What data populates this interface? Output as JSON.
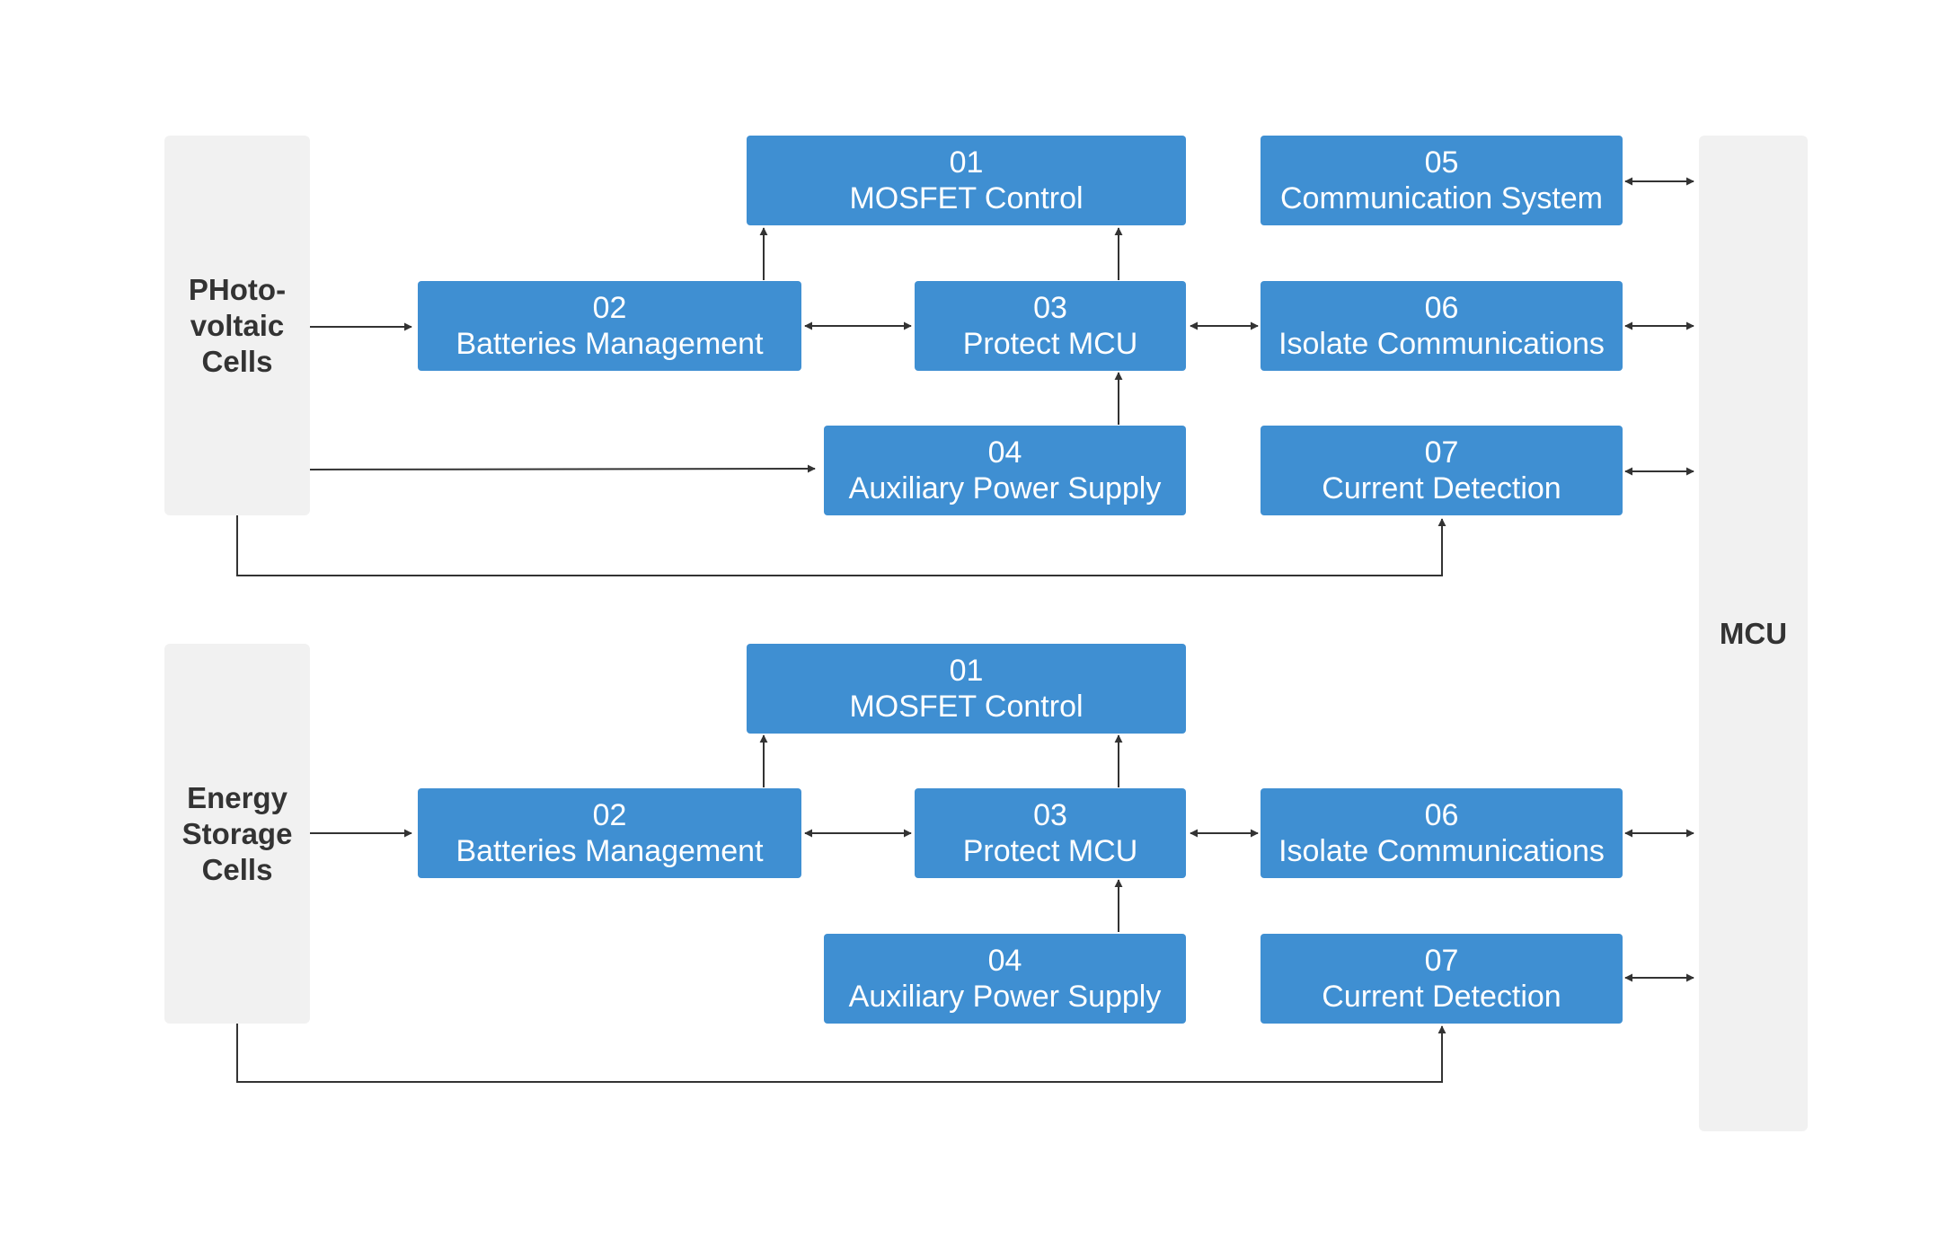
{
  "sources": {
    "pv_label": "PHoto-\nvoltaic\nCells",
    "storage_label": "Energy\nStorage\nCells"
  },
  "mcu": {
    "label": "MCU"
  },
  "top_group": {
    "mosfet": {
      "num": "01",
      "name": "MOSFET Control"
    },
    "battery": {
      "num": "02",
      "name": "Batteries Management"
    },
    "protect": {
      "num": "03",
      "name": "Protect MCU"
    },
    "aux": {
      "num": "04",
      "name": "Auxiliary Power Supply"
    },
    "comm": {
      "num": "05",
      "name": "Communication System"
    },
    "isolate": {
      "num": "06",
      "name": "Isolate Communications"
    },
    "current": {
      "num": "07",
      "name": "Current Detection"
    }
  },
  "bottom_group": {
    "mosfet": {
      "num": "01",
      "name": "MOSFET Control"
    },
    "battery": {
      "num": "02",
      "name": "Batteries Management"
    },
    "protect": {
      "num": "03",
      "name": "Protect MCU"
    },
    "aux": {
      "num": "04",
      "name": "Auxiliary Power Supply"
    },
    "isolate": {
      "num": "06",
      "name": "Isolate Communications"
    },
    "current": {
      "num": "07",
      "name": "Current Detection"
    }
  },
  "colors": {
    "block": "#3f8fd2",
    "grey_box": "#f1f1f1",
    "line": "#333333",
    "text_dark": "#333333"
  }
}
